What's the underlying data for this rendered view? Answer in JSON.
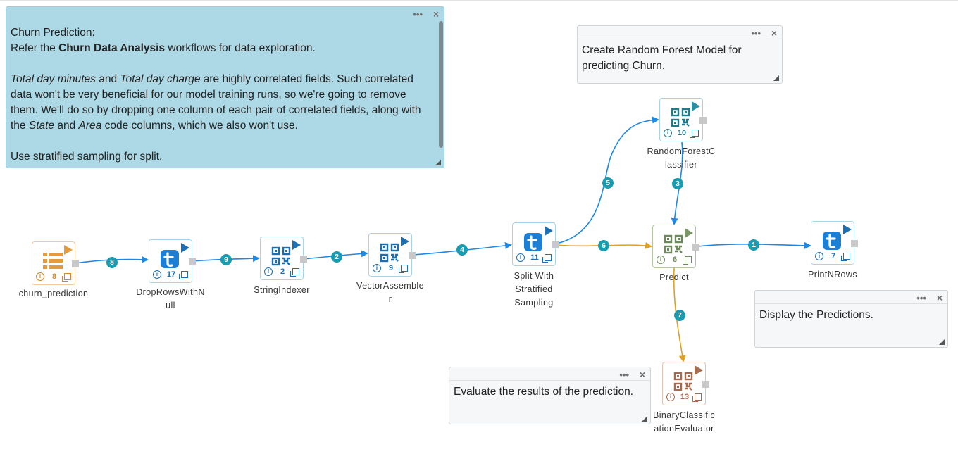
{
  "notes": {
    "churn": {
      "title": "Churn Prediction:",
      "line2_a": "Refer the ",
      "line2_b": "Churn Data Analysis",
      "line2_c": " workflows for data exploration.",
      "p2_a": "Total day minutes",
      "p2_b": " and ",
      "p2_c": "Total day charge",
      "p2_d": " are highly correlated fields. Such correlated data won't be very beneficial for our model training runs, so we're going to remove them. We'll do so by dropping one column of each pair of correlated fields, along with the ",
      "p2_e": "State",
      "p2_f": " and ",
      "p2_g": "Area",
      "p2_h": " code columns, which we also won't use.",
      "p3": "Use stratified sampling for split."
    },
    "random_forest": "Create Random Forest Model for predicting Churn.",
    "display": "Display the Predictions.",
    "evaluate": "Evaluate the results of the prediction."
  },
  "nodes": {
    "churn_prediction": {
      "label": "churn_prediction",
      "num": "8"
    },
    "drop_rows": {
      "label": "DropRowsWithNull",
      "num": "17"
    },
    "string_indexer": {
      "label": "StringIndexer",
      "num": "2"
    },
    "vector_assembler": {
      "label": "VectorAssembler",
      "num": "9"
    },
    "split": {
      "label": "Split With Stratified Sampling",
      "num": "11"
    },
    "random_forest": {
      "label": "RandomForestClassifier",
      "num": "10"
    },
    "predict": {
      "label": "Predict",
      "num": "6"
    },
    "print_rows": {
      "label": "PrintNRows",
      "num": "7"
    },
    "binary_eval": {
      "label": "BinaryClassificationEvaluator",
      "num": "13"
    }
  },
  "edges": {
    "e8": "8",
    "e9": "9",
    "e2": "2",
    "e4": "4",
    "e5": "5",
    "e3": "3",
    "e6": "6",
    "e1": "1",
    "e7": "7"
  },
  "icons": {
    "note_menu": "ellipsis-icon",
    "note_close": "close-icon",
    "resize": "resize-grip-icon"
  },
  "colors": {
    "blue_edge": "#1e88e5",
    "orange_edge": "#e0a020",
    "badge": "#1a9cb0",
    "note_blue": "#add8e6",
    "node_blue": "#1c6fb3"
  }
}
